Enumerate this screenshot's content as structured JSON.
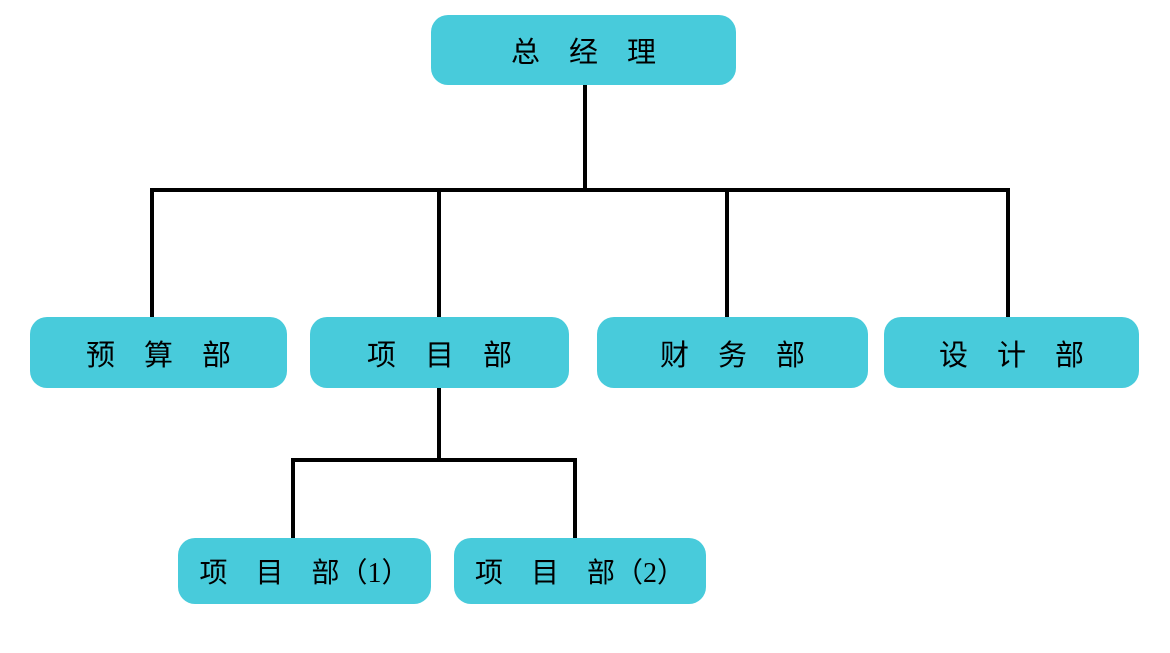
{
  "colors": {
    "background": "#ffffff",
    "node_fill": "#48cbdb",
    "line_color": "#000000",
    "text_color": "#000000"
  },
  "org_chart": {
    "nodes": {
      "ceo": {
        "label": "总　经　理"
      },
      "budget": {
        "label": "预　算　部"
      },
      "project": {
        "label": "项　目　部"
      },
      "finance": {
        "label": "财　务　部"
      },
      "design": {
        "label": "设　计　部"
      },
      "project1": {
        "label": "项　目　部（1）"
      },
      "project2": {
        "label": "项　目　部（2）"
      }
    }
  }
}
